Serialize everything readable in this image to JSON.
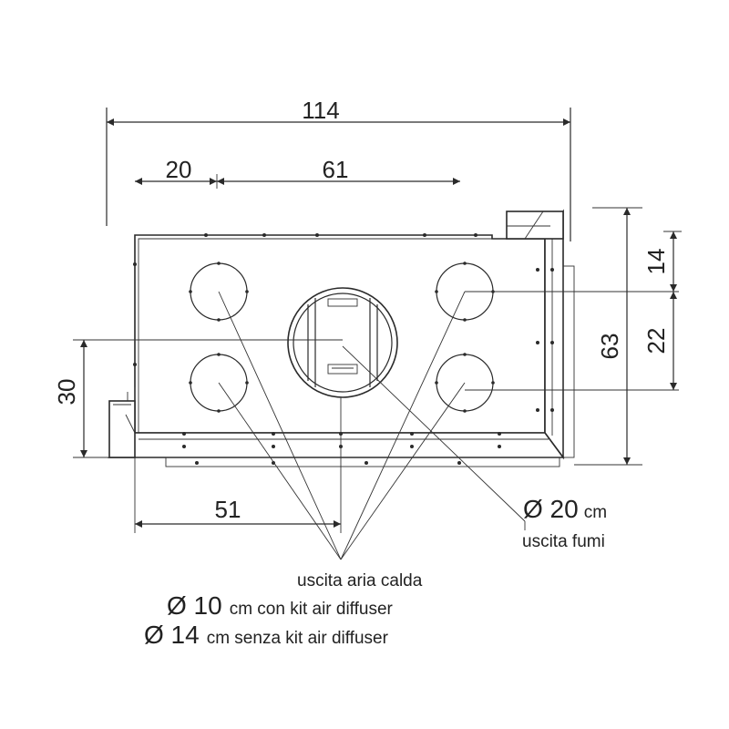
{
  "dimensions": {
    "overall_width": "114",
    "left_offset": "20",
    "flue_span": "61",
    "right_top": "14",
    "right_mid": "22",
    "right_total": "63",
    "left_height": "30",
    "bottom_offset": "51"
  },
  "flue": {
    "diameter_prefix": "Ø 20",
    "unit": "cm",
    "label": "uscita fumi"
  },
  "hot_air": {
    "label": "uscita aria calda",
    "line1_prefix": "Ø 10",
    "line1_suffix": "cm con kit air diffuser",
    "line2_prefix": "Ø 14",
    "line2_suffix": "cm senza kit air diffuser"
  }
}
